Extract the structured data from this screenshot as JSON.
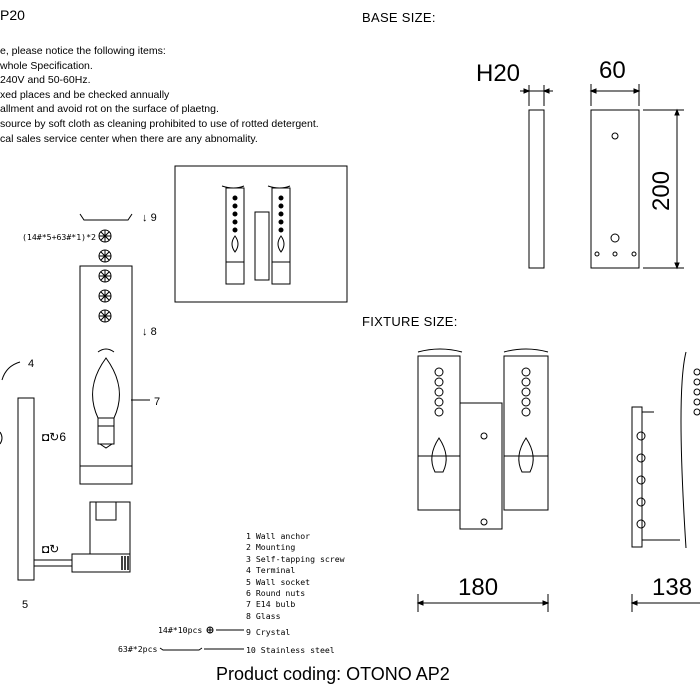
{
  "header": {
    "model_fragment": "P20",
    "base_size_label": "BASE SIZE:",
    "fixture_size_label": "FIXTURE SIZE:"
  },
  "notes": [
    "e, please notice the following items:",
    "whole Specification.",
    "240V and 50-60Hz.",
    "xed places and be checked annually",
    "allment and avoid rot on the surface of plaetng.",
    "source by soft cloth as cleaning prohibited to use of rotted detergent.",
    "cal sales service center when there are any abnomality."
  ],
  "base_dims": {
    "depth": "H20",
    "width": "60",
    "height": "200"
  },
  "fixture_dims": {
    "width": "180",
    "depth": "138"
  },
  "callouts": {
    "c9": "9",
    "c8": "8",
    "c7": "7",
    "c6": "6",
    "c4": "4",
    "c5": "5",
    "crystal_formula": "(14#*5+63#*1)*2"
  },
  "parts": [
    "1 Wall anchor",
    "2 Mounting",
    "3 Self-tapping screw",
    "4 Terminal",
    "5 Wall socket",
    "6 Round nuts",
    "7 E14 bulb",
    "8 Glass"
  ],
  "accessories": [
    {
      "qty": "14#*10pcs",
      "label": "9 Crystal"
    },
    {
      "qty": "63#*2pcs",
      "label": "10 Stainless steel"
    }
  ],
  "footer": {
    "product_coding": "Product coding: OTONO AP2"
  }
}
